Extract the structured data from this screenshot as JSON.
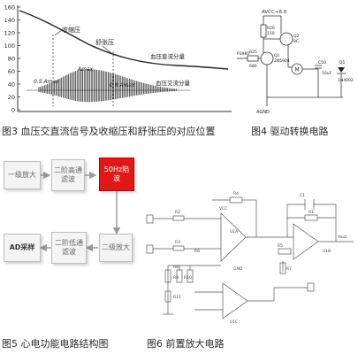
{
  "fig3": {
    "caption": "图3  血压交直流信号及收缩压和舒张压的对应位置",
    "y_ticks": [
      "160",
      "140",
      "120",
      "100",
      "80",
      "60",
      "40",
      "20",
      "0"
    ],
    "label_systolic": "收缩压",
    "label_diastolic": "舒张压",
    "label_dc": "血压直流分量",
    "label_ac": "血压交流分量",
    "label_amax": "Amax",
    "label_05": "0.5 Amax",
    "label_08": "0.8 Amax"
  },
  "fig4": {
    "caption": "图4  驱动转换电路",
    "vcc": "AVCC+6.0",
    "r26": "R26",
    "r26v": "110",
    "q2": "Q2",
    "q2v": "8C",
    "q1": "Q1",
    "q1v": "2N5904",
    "r25": "R25",
    "r25v": "680",
    "p": "P3960",
    "m": "M",
    "c50": "C50",
    "c50v": "10uF",
    "d": "D1",
    "dv": "1N4002",
    "gnd": "AGND"
  },
  "fig5": {
    "caption": "图5  心电功能电路结构图",
    "blocks": {
      "b1": "一级放大",
      "b2": "二阶高通滤波",
      "b3": "50Hz陷波",
      "b4": "AD采样",
      "b5": "二阶低通滤波",
      "b6": "二级放大"
    }
  },
  "fig6": {
    "caption": "图6  前置放大电路",
    "labels": [
      "C1",
      "R1",
      "R2",
      "R3",
      "R4",
      "R5",
      "R6",
      "R7",
      "R8",
      "R9",
      "R10",
      "R11",
      "U1A",
      "U1B",
      "U1C",
      "VCC",
      "GND",
      "Vout"
    ]
  }
}
